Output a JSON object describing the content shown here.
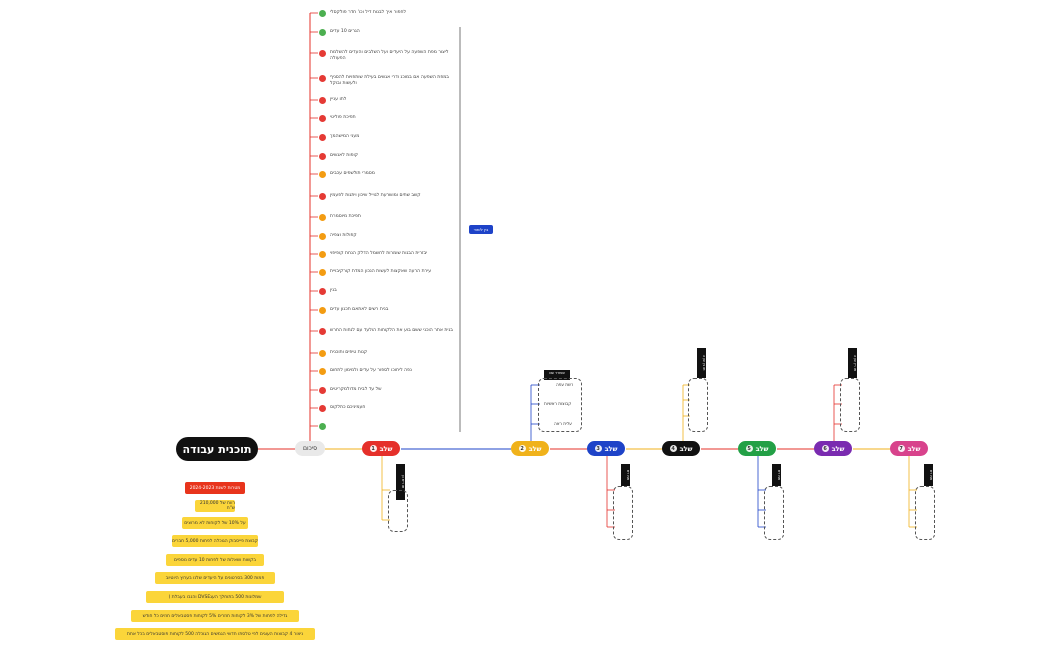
{
  "root": {
    "label": "תוכנית עבודה"
  },
  "summary": {
    "label": "סיכום"
  },
  "stages": [
    {
      "label": "שלב",
      "num": "1",
      "color": "#e5302a"
    },
    {
      "label": "שלב",
      "num": "2",
      "color": "#f0b21b"
    },
    {
      "label": "שלב",
      "num": "3",
      "color": "#1e43c8"
    },
    {
      "label": "שלב",
      "num": "4",
      "color": "#111111"
    },
    {
      "label": "שלב",
      "num": "5",
      "color": "#23a046"
    },
    {
      "label": "שלב",
      "num": "6",
      "color": "#7a2bb0"
    },
    {
      "label": "שלב",
      "num": "7",
      "color": "#d8438c"
    }
  ],
  "tasks": [
    {
      "text": "לחפור איך לבנות דיל וכו' חדר פולקסלי",
      "badge": "green"
    },
    {
      "text": "הגרים 10 עדים",
      "badge": "green"
    },
    {
      "text": "ליצור מפת השפעה על היעדים ועל השלבים והעדים להשלמת הפעולה",
      "badge": "red"
    },
    {
      "text": "במפת השפעה אם במוכנ ודרי אגשים בעילת שותפויות להסניף ולעשות ובוקל",
      "badge": "red"
    },
    {
      "text": "לתו עניין",
      "badge": "red"
    },
    {
      "text": "תפיכת פוליטי",
      "badge": "red"
    },
    {
      "text": "מעני המישהמך",
      "badge": "red"
    },
    {
      "text": "קופות לאנשים",
      "badge": "red"
    },
    {
      "text": "מסמרי תולשפים עכבים",
      "badge": "orange"
    },
    {
      "text": "קשב שתים ומושרעת לגוייל שיכון ויתגות לפעמין",
      "badge": "red"
    },
    {
      "text": "תפיכת מיוסמרת",
      "badge": "orange"
    },
    {
      "text": "קפולות וצפיה",
      "badge": "orange"
    },
    {
      "text": "יבזרית הבנות שומרות לחשמל הדלק הנחת קופיפוי",
      "badge": "orange"
    },
    {
      "text": "עירת הרעה שאקצות לעשות הנכון המדת קורקיבויית",
      "badge": "orange"
    },
    {
      "text": "בנין",
      "badge": "red"
    },
    {
      "text": "בנית רשים לאתאם תכנון עדים",
      "badge": "orange"
    },
    {
      "text": "בנית אתר הוכני ששם בוע את הלקוחות הולעד עם לנחות החרש",
      "badge": "red"
    },
    {
      "text": "קנות טיפים ותוכנית",
      "badge": "orange"
    },
    {
      "text": "נפה ליחוכו לספור על עדים ולמימון לתחום",
      "badge": "orange"
    },
    {
      "text": "של עד לבית מדולמקריטים",
      "badge": "red"
    },
    {
      "text": "חעמיניכם כתלקוס",
      "badge": "red"
    },
    {
      "text": "",
      "badge": "green"
    }
  ],
  "list_tag": {
    "label": "בין לימוד"
  },
  "side_tags": {
    "stage1": "תו רית כן",
    "stage2": "שוחרר שנו",
    "stage3": "תת רת",
    "stage4": "תו נין שן ה",
    "stage5": "תת רת",
    "stage6": "תו רין שן ה",
    "stage7": "תת רת"
  },
  "stage2_items": [
    "רשת עפה",
    "קבוצות ראשיות",
    "עלית ראה"
  ],
  "goals": [
    {
      "text": "מטרות לשנת 2024-2023",
      "style": "red"
    },
    {
      "text": "רווח של 210,000 ש\"ח",
      "style": "yellow"
    },
    {
      "text": "על 10% של לקוחות לא מרוצים",
      "style": "yellow"
    },
    {
      "text": "קבוצת פייסבוק הגוכלה לפחות 5,000 חברים",
      "style": "yellow"
    },
    {
      "text": "בקשות ושאלות של לפחות 10 עדים נוספים",
      "style": "yellow"
    },
    {
      "text": "פמות 300 בסרטונים על היעדים שלנו בערוץ היוטיוב",
      "style": "yellow"
    },
    {
      "text": "שמלונות 500 בתוחלך העגDVSE והנבו בעבלת )",
      "style": "yellow"
    },
    {
      "text": "גדילה לפחות של 3% לקוחות חוזרים 5% לקוחות פסטבאלים חוזים כל חודש",
      "style": "yellow"
    },
    {
      "text": "ניצור 4 קבוצות העוגים לפי טלסתו חדשי הגמשים הגוכלה 500 לקוחות פוסטבאלים בכל אחת",
      "style": "yellow"
    }
  ]
}
